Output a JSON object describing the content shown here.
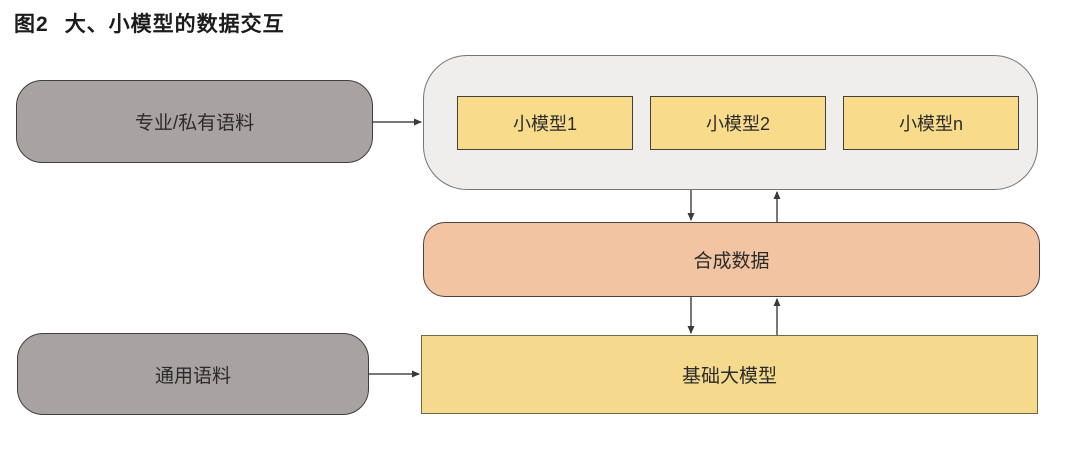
{
  "title": {
    "label": "图2",
    "text": "大、小模型的数据交互"
  },
  "nodes": {
    "professional_corpus": "专业/私有语料",
    "general_corpus": "通用语料",
    "small_models": [
      "小模型1",
      "小模型2",
      "小模型n"
    ],
    "synthetic_data": "合成数据",
    "foundation_model": "基础大模型"
  },
  "arrows": [
    {
      "from": "professional_corpus",
      "to": "small_models_container",
      "direction": "right"
    },
    {
      "from": "general_corpus",
      "to": "foundation_model",
      "direction": "right"
    },
    {
      "from": "small_models_container",
      "to": "synthetic_data",
      "direction": "down"
    },
    {
      "from": "synthetic_data",
      "to": "small_models_container",
      "direction": "up"
    },
    {
      "from": "synthetic_data",
      "to": "foundation_model",
      "direction": "down"
    },
    {
      "from": "foundation_model",
      "to": "synthetic_data",
      "direction": "up"
    }
  ],
  "colors": {
    "corpus_gray": "#a8a3a2",
    "container_fill": "#efeeed",
    "container_border": "#757575",
    "small_model_yellow": "#f8dc8c",
    "synthetic_orange": "#f2c4a1",
    "foundation_yellow": "#f5da8e",
    "box_border_dark": "#45413a",
    "arrow": "#4a4a4a",
    "text": "#2b2b2b"
  }
}
